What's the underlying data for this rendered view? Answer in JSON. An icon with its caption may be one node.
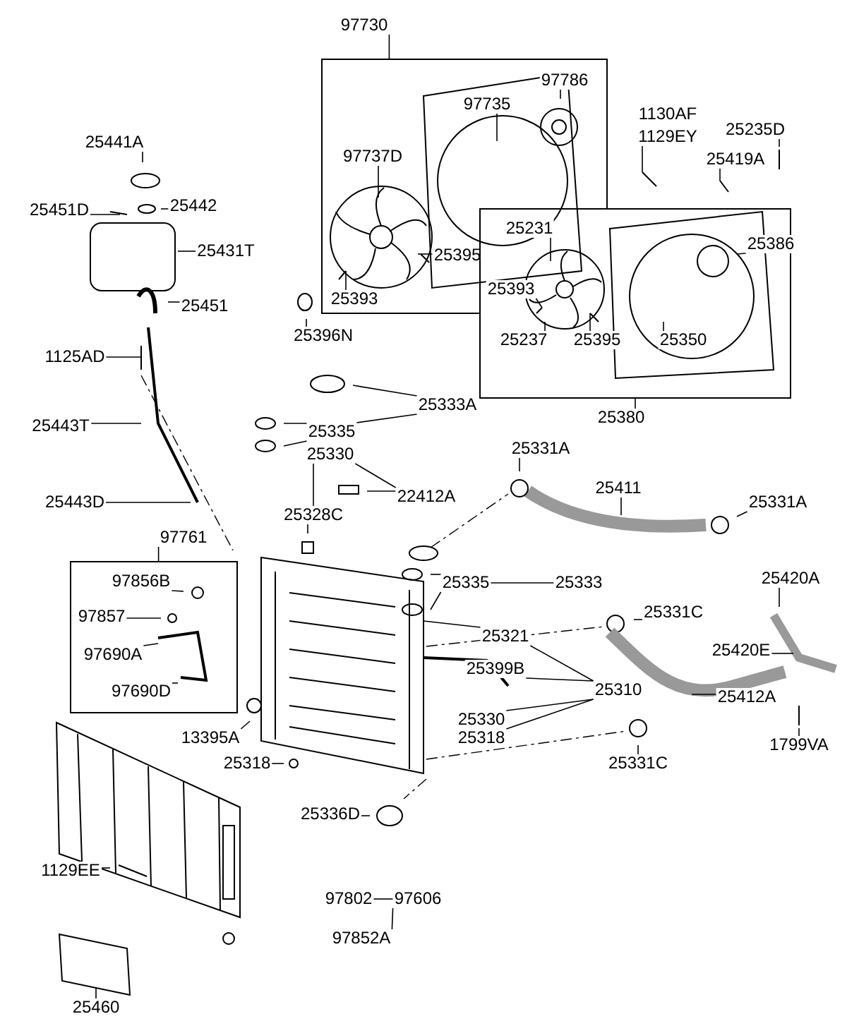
{
  "diagram": {
    "nodes": [
      {
        "text": [
          "97730"
        ]
      },
      {
        "text": [],
        "shape": "box"
      },
      {
        "text": [
          "97786"
        ],
        "in": 1
      },
      {
        "text": [
          "97735"
        ],
        "in": 1
      },
      {
        "text": [
          "97737D"
        ],
        "in": 1
      },
      {
        "text": [
          "1130AF"
        ]
      },
      {
        "text": [
          "1129EY"
        ]
      },
      {
        "text": [
          "25235D"
        ]
      },
      {
        "text": [
          "25441A"
        ]
      },
      {
        "text": [
          "25419A"
        ]
      },
      {
        "text": [
          "25451D"
        ]
      },
      {
        "text": [
          "25442"
        ]
      },
      {
        "text": [
          "25431T"
        ]
      },
      {
        "text": [
          "25395"
        ],
        "in": 1
      },
      {
        "text": [],
        "shape": "box"
      },
      {
        "text": [
          "25386"
        ],
        "in": 14
      },
      {
        "text": [
          "25231"
        ],
        "in": 14
      },
      {
        "text": [
          "25393"
        ],
        "in": 1
      },
      {
        "text": [
          "25451"
        ]
      },
      {
        "text": [
          "25396N"
        ]
      },
      {
        "text": [
          "25393"
        ],
        "in": 14
      },
      {
        "text": [
          "1125AD"
        ]
      },
      {
        "text": [
          "25237"
        ],
        "in": 14
      },
      {
        "text": [
          "25395"
        ],
        "in": 14
      },
      {
        "text": [
          "25350"
        ],
        "in": 14
      },
      {
        "text": [
          "25380"
        ]
      },
      {
        "text": [
          "25333A"
        ]
      },
      {
        "text": [
          "25443T"
        ]
      },
      {
        "text": [
          "25335"
        ]
      },
      {
        "text": [
          "25330"
        ]
      },
      {
        "text": [
          "25331A"
        ]
      },
      {
        "text": [
          "25411"
        ]
      },
      {
        "text": [
          "25331A"
        ]
      },
      {
        "text": [
          "25328C"
        ]
      },
      {
        "text": [
          "22412A"
        ]
      },
      {
        "text": [
          "25443D"
        ]
      },
      {
        "text": [
          "97761"
        ]
      },
      {
        "text": [],
        "shape": "box"
      },
      {
        "text": [
          "97856B"
        ],
        "in": 37
      },
      {
        "text": [
          "97857"
        ],
        "in": 37
      },
      {
        "text": [
          "25335"
        ]
      },
      {
        "text": [
          "25333"
        ]
      },
      {
        "text": [
          "25420A"
        ]
      },
      {
        "text": [
          "25331C"
        ]
      },
      {
        "text": [
          "25321"
        ]
      },
      {
        "text": [
          "97690A"
        ],
        "in": 37
      },
      {
        "text": [
          "25399B"
        ]
      },
      {
        "text": [
          "25420E"
        ]
      },
      {
        "text": [
          "25310"
        ]
      },
      {
        "text": [
          "97690D"
        ],
        "in": 37
      },
      {
        "text": [
          "25412A"
        ]
      },
      {
        "text": [
          "13395A"
        ]
      },
      {
        "text": [
          "25330"
        ]
      },
      {
        "text": [
          "25318"
        ]
      },
      {
        "text": [
          "25318"
        ]
      },
      {
        "text": [
          "1799VA"
        ]
      },
      {
        "text": [
          "25331C"
        ]
      },
      {
        "text": [
          "25336D"
        ]
      },
      {
        "text": [
          "1129EE"
        ]
      },
      {
        "text": [
          "97802"
        ]
      },
      {
        "text": [
          "97606"
        ]
      },
      {
        "text": [
          "97852A"
        ]
      },
      {
        "text": [
          "25460"
        ]
      }
    ],
    "edges": [
      {
        "from": 0,
        "to": 1,
        "arrow": "none"
      },
      {
        "from": 2,
        "to": null,
        "arrow": "none"
      },
      {
        "from": 3,
        "to": null,
        "arrow": "none"
      },
      {
        "from": 4,
        "to": null,
        "arrow": "none"
      },
      {
        "from": 6,
        "to": null,
        "arrow": "none"
      },
      {
        "from": 7,
        "to": null,
        "arrow": "none"
      },
      {
        "from": 8,
        "to": null,
        "arrow": "none"
      },
      {
        "from": 9,
        "to": null,
        "arrow": "none"
      },
      {
        "from": 10,
        "to": null,
        "arrow": "none"
      },
      {
        "from": 11,
        "to": null,
        "arrow": "none"
      },
      {
        "from": 12,
        "to": null,
        "arrow": "none"
      },
      {
        "from": 13,
        "to": null,
        "arrow": "none"
      },
      {
        "from": 15,
        "to": null,
        "arrow": "none"
      },
      {
        "from": 16,
        "to": null,
        "arrow": "none"
      },
      {
        "from": 17,
        "to": null,
        "arrow": "none"
      },
      {
        "from": 18,
        "to": null,
        "arrow": "none"
      },
      {
        "from": 19,
        "to": null,
        "arrow": "none"
      },
      {
        "from": 20,
        "to": null,
        "arrow": "none"
      },
      {
        "from": 21,
        "to": null,
        "arrow": "none"
      },
      {
        "from": 22,
        "to": null,
        "arrow": "none"
      },
      {
        "from": 23,
        "to": null,
        "arrow": "none"
      },
      {
        "from": 24,
        "to": null,
        "arrow": "none"
      },
      {
        "from": 25,
        "to": 14,
        "arrow": "none"
      },
      {
        "from": 26,
        "to": null,
        "arrow": "none"
      },
      {
        "from": 28,
        "to": null,
        "arrow": "none"
      },
      {
        "from": 28,
        "to": null,
        "arrow": "none"
      },
      {
        "from": 28,
        "to": 26,
        "arrow": "none"
      },
      {
        "from": 27,
        "to": null,
        "arrow": "none"
      },
      {
        "from": 29,
        "to": 33,
        "arrow": "none"
      },
      {
        "from": 29,
        "to": 34,
        "arrow": "none"
      },
      {
        "from": 30,
        "to": null,
        "arrow": "none"
      },
      {
        "from": 31,
        "to": null,
        "arrow": "none"
      },
      {
        "from": 32,
        "to": null,
        "arrow": "none"
      },
      {
        "from": 33,
        "to": null,
        "arrow": "none"
      },
      {
        "from": 34,
        "to": null,
        "arrow": "none"
      },
      {
        "from": 35,
        "to": null,
        "arrow": "none"
      },
      {
        "from": 36,
        "to": 37,
        "arrow": "none"
      },
      {
        "from": 38,
        "to": null,
        "arrow": "none"
      },
      {
        "from": 39,
        "to": null,
        "arrow": "none"
      },
      {
        "from": 40,
        "to": null,
        "arrow": "none"
      },
      {
        "from": 40,
        "to": null,
        "arrow": "none"
      },
      {
        "from": 40,
        "to": 41,
        "arrow": "none"
      },
      {
        "from": 42,
        "to": null,
        "arrow": "none"
      },
      {
        "from": 43,
        "to": null,
        "arrow": "none"
      },
      {
        "from": 44,
        "to": null,
        "arrow": "none"
      },
      {
        "from": 45,
        "to": null,
        "arrow": "none"
      },
      {
        "from": 46,
        "to": null,
        "arrow": "none"
      },
      {
        "from": 47,
        "to": null,
        "arrow": "none"
      },
      {
        "from": 48,
        "to": 44,
        "arrow": "none"
      },
      {
        "from": 48,
        "to": 46,
        "arrow": "none"
      },
      {
        "from": 48,
        "to": 52,
        "arrow": "none"
      },
      {
        "from": 48,
        "to": 53,
        "arrow": "none"
      },
      {
        "from": 49,
        "to": null,
        "arrow": "none"
      },
      {
        "from": 50,
        "to": null,
        "arrow": "none"
      },
      {
        "from": 51,
        "to": null,
        "arrow": "none"
      },
      {
        "from": 54,
        "to": null,
        "arrow": "none"
      },
      {
        "from": 55,
        "to": null,
        "arrow": "none"
      },
      {
        "from": 56,
        "to": null,
        "arrow": "none"
      },
      {
        "from": 57,
        "to": null,
        "arrow": "none"
      },
      {
        "from": 58,
        "to": null,
        "arrow": "none"
      },
      {
        "from": 59,
        "to": 60,
        "arrow": "none"
      },
      {
        "from": 61,
        "to": 60,
        "arrow": "none"
      },
      {
        "from": 62,
        "to": null,
        "arrow": "none"
      }
    ]
  }
}
